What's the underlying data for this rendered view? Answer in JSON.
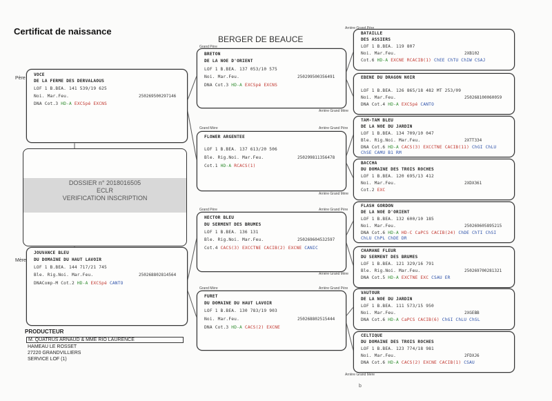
{
  "doc": {
    "title": "Certificat de naissance",
    "breed": "BERGER DE BEAUCE",
    "side_pere": "Père",
    "side_mere": "Mère"
  },
  "labels": {
    "grand_pere_1": "Grand Père",
    "grand_mere_1": "Grand Mère",
    "grand_pere_2": "Grand Père",
    "grand_mere_2": "Grand Mère",
    "agp_top": "Arrière Grand Père",
    "agm_1": "Arrière Grand Mère",
    "agp_2": "Arrière Grand Père",
    "agm_2": "Arrière Grand Mère",
    "agp_3": "Arrière Grand Père",
    "agm_3": "Arrière Grand Mère",
    "agp_4": "Arrière Grand Père",
    "agm_bottom": "Arrière Grand Mère"
  },
  "pere": {
    "name1": "VOCE",
    "name2": "DE LA FERME DES DERVALAOUS",
    "lof": "LOF 1 B.BEA. 141 539/19 625",
    "col": "Noi. Mar.Feu.",
    "chip": "250269500297146",
    "titles": [
      {
        "t": "DNA Cot.3 ",
        "c": ""
      },
      {
        "t": "HD-A ",
        "c": "green"
      },
      {
        "t": "EXCSpé EXCNS",
        "c": "red"
      }
    ]
  },
  "mere": {
    "name1": "JOUVANCE BLEU",
    "name2": "DU DOMAINE DU HAUT LAVOIR",
    "lof": "LOF 1 B.BEA. 144 717/21 745",
    "col": "Ble. Rig.Noi. Mar.Feu.",
    "chip": "250268802814564",
    "titles": [
      {
        "t": "DNAComp-M Cot.2 ",
        "c": ""
      },
      {
        "t": "HD-A ",
        "c": "green"
      },
      {
        "t": "EXCSpé ",
        "c": "red"
      },
      {
        "t": "CANTO",
        "c": "blue"
      }
    ]
  },
  "gp1": {
    "name1": "BRETON",
    "name2": "DE LA NOE D'ORIENT",
    "lof": "LOF 1 B.BEA. 137 053/10 575",
    "col": "Noi. Mar.Feu.",
    "chip": "250299500356491",
    "titles": [
      {
        "t": "DNA Cot.3 ",
        "c": ""
      },
      {
        "t": "HD-A ",
        "c": "green"
      },
      {
        "t": "EXCSpé EXCNS",
        "c": "red"
      }
    ]
  },
  "gm1": {
    "name1": "FLOWER ARGENTEE",
    "name2": "",
    "lof": "LOF 1 B.BEA. 137 613/20 506",
    "col": "Ble. Rig.Noi. Mar.Feu.",
    "chip": "250299811356478",
    "titles": [
      {
        "t": "Cot.1 ",
        "c": ""
      },
      {
        "t": "HD-A ",
        "c": "green"
      },
      {
        "t": "RCACS(1)",
        "c": "red"
      }
    ]
  },
  "gp2": {
    "name1": "HECTOR BLEU",
    "name2": "DU SERMENT DES BRUMES",
    "lof": "LOF 1 B.BEA. 136 131",
    "col": "Ble. Rig.Noi. Mar.Feu.",
    "chip": "250269604532597",
    "titles": [
      {
        "t": "Cot.4 ",
        "c": ""
      },
      {
        "t": "CACS(3) EXCCTNE CACIB(2) EXCNE ",
        "c": "red"
      },
      {
        "t": "CANIC",
        "c": "blue"
      }
    ]
  },
  "gm2": {
    "name1": "FURET",
    "name2": "DU DOMAINE DU HAUT LAVOIR",
    "lof": "LOF 1 B.BEA. 130 783/19 903",
    "col": "Noi. Mar.Feu.",
    "chip": "250268802515444",
    "titles": [
      {
        "t": "DNA Cot.3 ",
        "c": ""
      },
      {
        "t": "HD-A ",
        "c": "green"
      },
      {
        "t": "CACS(2) EXCNE",
        "c": "red"
      }
    ]
  },
  "ag": [
    {
      "name1": "BATAILLE",
      "name2": "DES ASSIERS",
      "lof": "LOF 1 B.BEA. 119 807",
      "col": "Noi. Mar.Feu.",
      "chip": "2XB102",
      "titles": [
        {
          "t": "Cot.6 ",
          "c": ""
        },
        {
          "t": "HD-A ",
          "c": "green"
        },
        {
          "t": "EXCNE RCACIB(1) ",
          "c": "red"
        },
        {
          "t": "ChEE ChTU ChIW CSAJ",
          "c": "blue"
        }
      ]
    },
    {
      "name1": "EBENE DU DRAGON NOIR",
      "name2": "",
      "lof": "LOF 1 B.BEA. 126 865/18 482 MT 253/09",
      "col": "Noi. Mar.Feu.",
      "chip": "250268100060059",
      "titles": [
        {
          "t": "DNA Cot.4 ",
          "c": ""
        },
        {
          "t": "HD-A ",
          "c": "green"
        },
        {
          "t": "EXCSpé ",
          "c": "red"
        },
        {
          "t": "CANTO",
          "c": "blue"
        }
      ]
    },
    {
      "name1": "TAM-TAM BLEU",
      "name2": "DE LA NOE DU JARDIN",
      "lof": "LOF 1 B.BEA. 134 709/10 047",
      "col": "Ble. Rig.Noi. Mar.Feu.",
      "chip": "2XTT334",
      "titles": [
        {
          "t": "DNA Cot.6 ",
          "c": ""
        },
        {
          "t": "HD-A ",
          "c": "green"
        },
        {
          "t": "CACS(3) EXCCTNE CACIB(11) ",
          "c": "red"
        },
        {
          "t": "ChGI ChLU ChSE CAMU B1 RM",
          "c": "blue"
        }
      ]
    },
    {
      "name1": "BACCHA",
      "name2": "DU DOMAINE DES TROIS ROCHES",
      "lof": "LOF 1 B.BEA. 120 695/13 412",
      "col": "Noi. Mar.Feu.",
      "chip": "2XDX361",
      "titles": [
        {
          "t": "Cot.2 ",
          "c": ""
        },
        {
          "t": "EXC",
          "c": "red"
        }
      ]
    },
    {
      "name1": "FLASH GORDON",
      "name2": "DE LA NOE D'ORIENT",
      "lof": "LOF 1 B.BEA. 132 600/10 185",
      "col": "Noi. Mar.Feu.",
      "chip": "250269605895215",
      "titles": [
        {
          "t": "DNA Cot.6 ",
          "c": ""
        },
        {
          "t": "HD-A ",
          "c": "green"
        },
        {
          "t": "HD-C CaPCS CACIB(24) ",
          "c": "red"
        },
        {
          "t": "ChDE ChTI ChSI ChLU ChPL ChDE DR",
          "c": "blue"
        }
      ]
    },
    {
      "name1": "CHAMANE FLEUR",
      "name2": "DU SERMENT DES BRUMES",
      "lof": "LOF 1 B.BEA. 121 329/16 791",
      "col": "Ble. Rig.Noi. Mar.Feu.",
      "chip": "250269700281321",
      "titles": [
        {
          "t": "DNA Cot.5 ",
          "c": ""
        },
        {
          "t": "HD-A ",
          "c": "green"
        },
        {
          "t": "EXCTNE EXC ",
          "c": "red"
        },
        {
          "t": "CSAU ER",
          "c": "blue"
        }
      ]
    },
    {
      "name1": "VAUTOUR",
      "name2": "DE LA NOE DU JARDIN",
      "lof": "LOF 1 B.BEA. 111 573/15 950",
      "col": "Noi. Mar.Feu.",
      "chip": "2XGEBB",
      "titles": [
        {
          "t": "DNA Cot.6 ",
          "c": ""
        },
        {
          "t": "HD-A ",
          "c": "green"
        },
        {
          "t": "CaPCS CACIB(6) ",
          "c": "red"
        },
        {
          "t": "ChGI ChLU ChSL",
          "c": "blue"
        }
      ]
    },
    {
      "name1": "CELTIQUE",
      "name2": "DU DOMAINE DES TROIS ROCHES",
      "lof": "LOF 1 B.BEA. 123 774/18 981",
      "col": "Noi. Mar.Feu.",
      "chip": "2FDXJ6",
      "titles": [
        {
          "t": "DNA Cot.6 ",
          "c": ""
        },
        {
          "t": "HD-A ",
          "c": "green"
        },
        {
          "t": "CACS(2) EXCNE CACIB(1) ",
          "c": "red"
        },
        {
          "t": "CSAU",
          "c": "blue"
        }
      ]
    }
  ],
  "dossier": {
    "line1": "DOSSIER n° 2018016505",
    "line2": "ECLR",
    "line3": "VERIFICATION INSCRIPTION"
  },
  "producer": {
    "heading": "PRODUCTEUR",
    "line1": "M. QUATRUS ARNAUD & MME RIO LAURENCE",
    "line2": "HAMEAU LE ROSSET",
    "line3": "27220 GRANDVILLIERS",
    "line4": "SERVICE LOF (1)"
  },
  "footer_mark": "b"
}
